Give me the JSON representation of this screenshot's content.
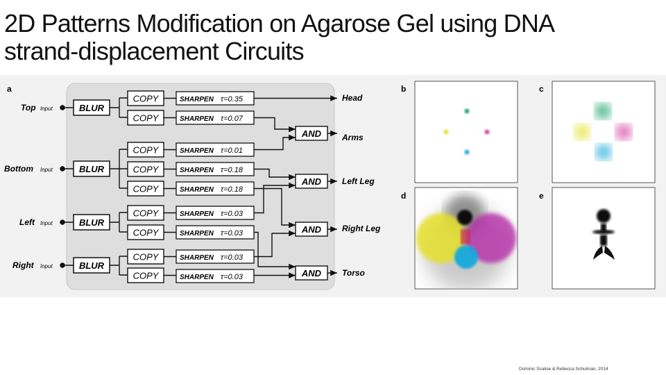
{
  "slide": {
    "title_line1": "2D Patterns Modification on Agarose Gel using DNA",
    "title_line2": "strand-displacement Circuits",
    "credit": "Dominic Scalise & Rebecca Schulman, 2014"
  },
  "figure": {
    "panel_labels": {
      "a": "a",
      "b": "b",
      "c": "c",
      "d": "d",
      "e": "e"
    },
    "inputs": [
      {
        "name": "Top",
        "suffix": "Input"
      },
      {
        "name": "Bottom",
        "suffix": "Input"
      },
      {
        "name": "Left",
        "suffix": "Input"
      },
      {
        "name": "Right",
        "suffix": "Input"
      }
    ],
    "blur_label": "BLUR",
    "copy_label": "COPY",
    "sharpen_label": "SHARPEN",
    "and_label": "AND",
    "sharpen_thresholds": [
      "τ=0.35",
      "τ=0.07",
      "τ=0.01",
      "τ=0.18",
      "τ=0.18",
      "τ=0.03",
      "τ=0.03",
      "τ=0.03",
      "τ=0.03"
    ],
    "outputs": [
      "Head",
      "Arms",
      "Left Leg",
      "Right Leg",
      "Torso"
    ],
    "colors": {
      "green": "#17a267",
      "yellow": "#e6e02a",
      "magenta": "#d63a9a",
      "cyan": "#18a9dc",
      "panel_bg": "#f2f2f2",
      "circuit_bg": "#dedede"
    }
  }
}
